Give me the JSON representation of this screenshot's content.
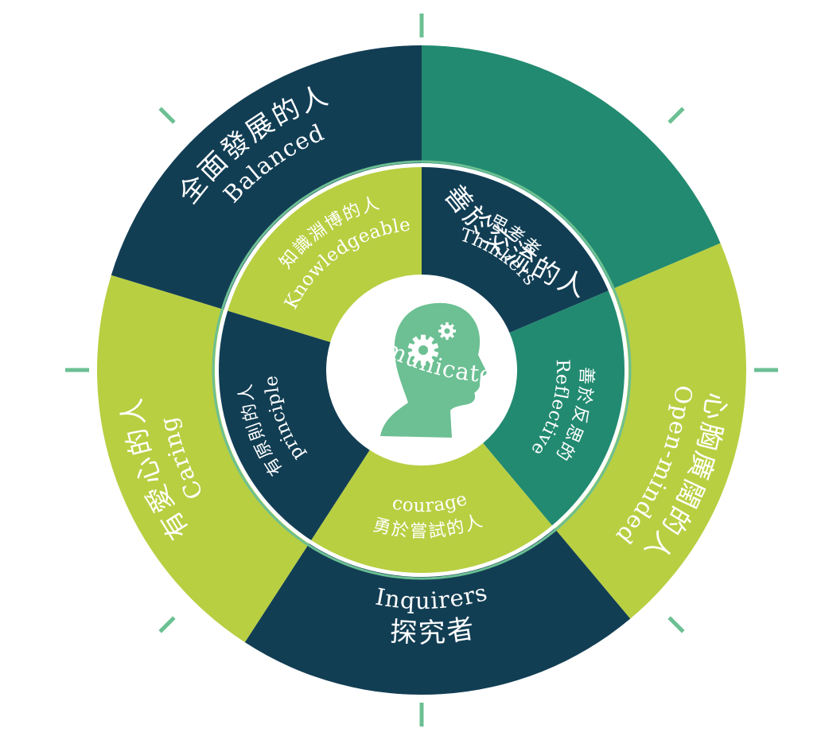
{
  "colors": {
    "navy": "#123e54",
    "teal": "#228a70",
    "lime": "#b8cf42",
    "mint": "#6cc093",
    "white": "#ffffff"
  },
  "outer_segments": [
    {
      "zh": "善於交流的人",
      "en": "Communicators",
      "color": "teal"
    },
    {
      "zh": "心胸廣闊的人",
      "en": "Open-minded",
      "color": "lime"
    },
    {
      "zh": "探究者",
      "en": "Inquirers",
      "color": "navy"
    },
    {
      "zh": "有愛心的人",
      "en": "Caring",
      "color": "lime"
    },
    {
      "zh": "全面發展的人",
      "en": "Balanced",
      "color": "navy"
    }
  ],
  "inner_segments": [
    {
      "zh": "思考者",
      "en": "Thinkers",
      "color": "navy"
    },
    {
      "zh": "善於反思的",
      "en": "Reflective",
      "color": "teal"
    },
    {
      "zh": "勇於嘗試的人",
      "en": "courage",
      "color": "lime"
    },
    {
      "zh": "有原則的人",
      "en": "principle",
      "color": "navy"
    },
    {
      "zh": "知識淵博的人",
      "en": "Knowledgeable",
      "color": "lime"
    }
  ],
  "center_icon": "head-with-gears-icon"
}
